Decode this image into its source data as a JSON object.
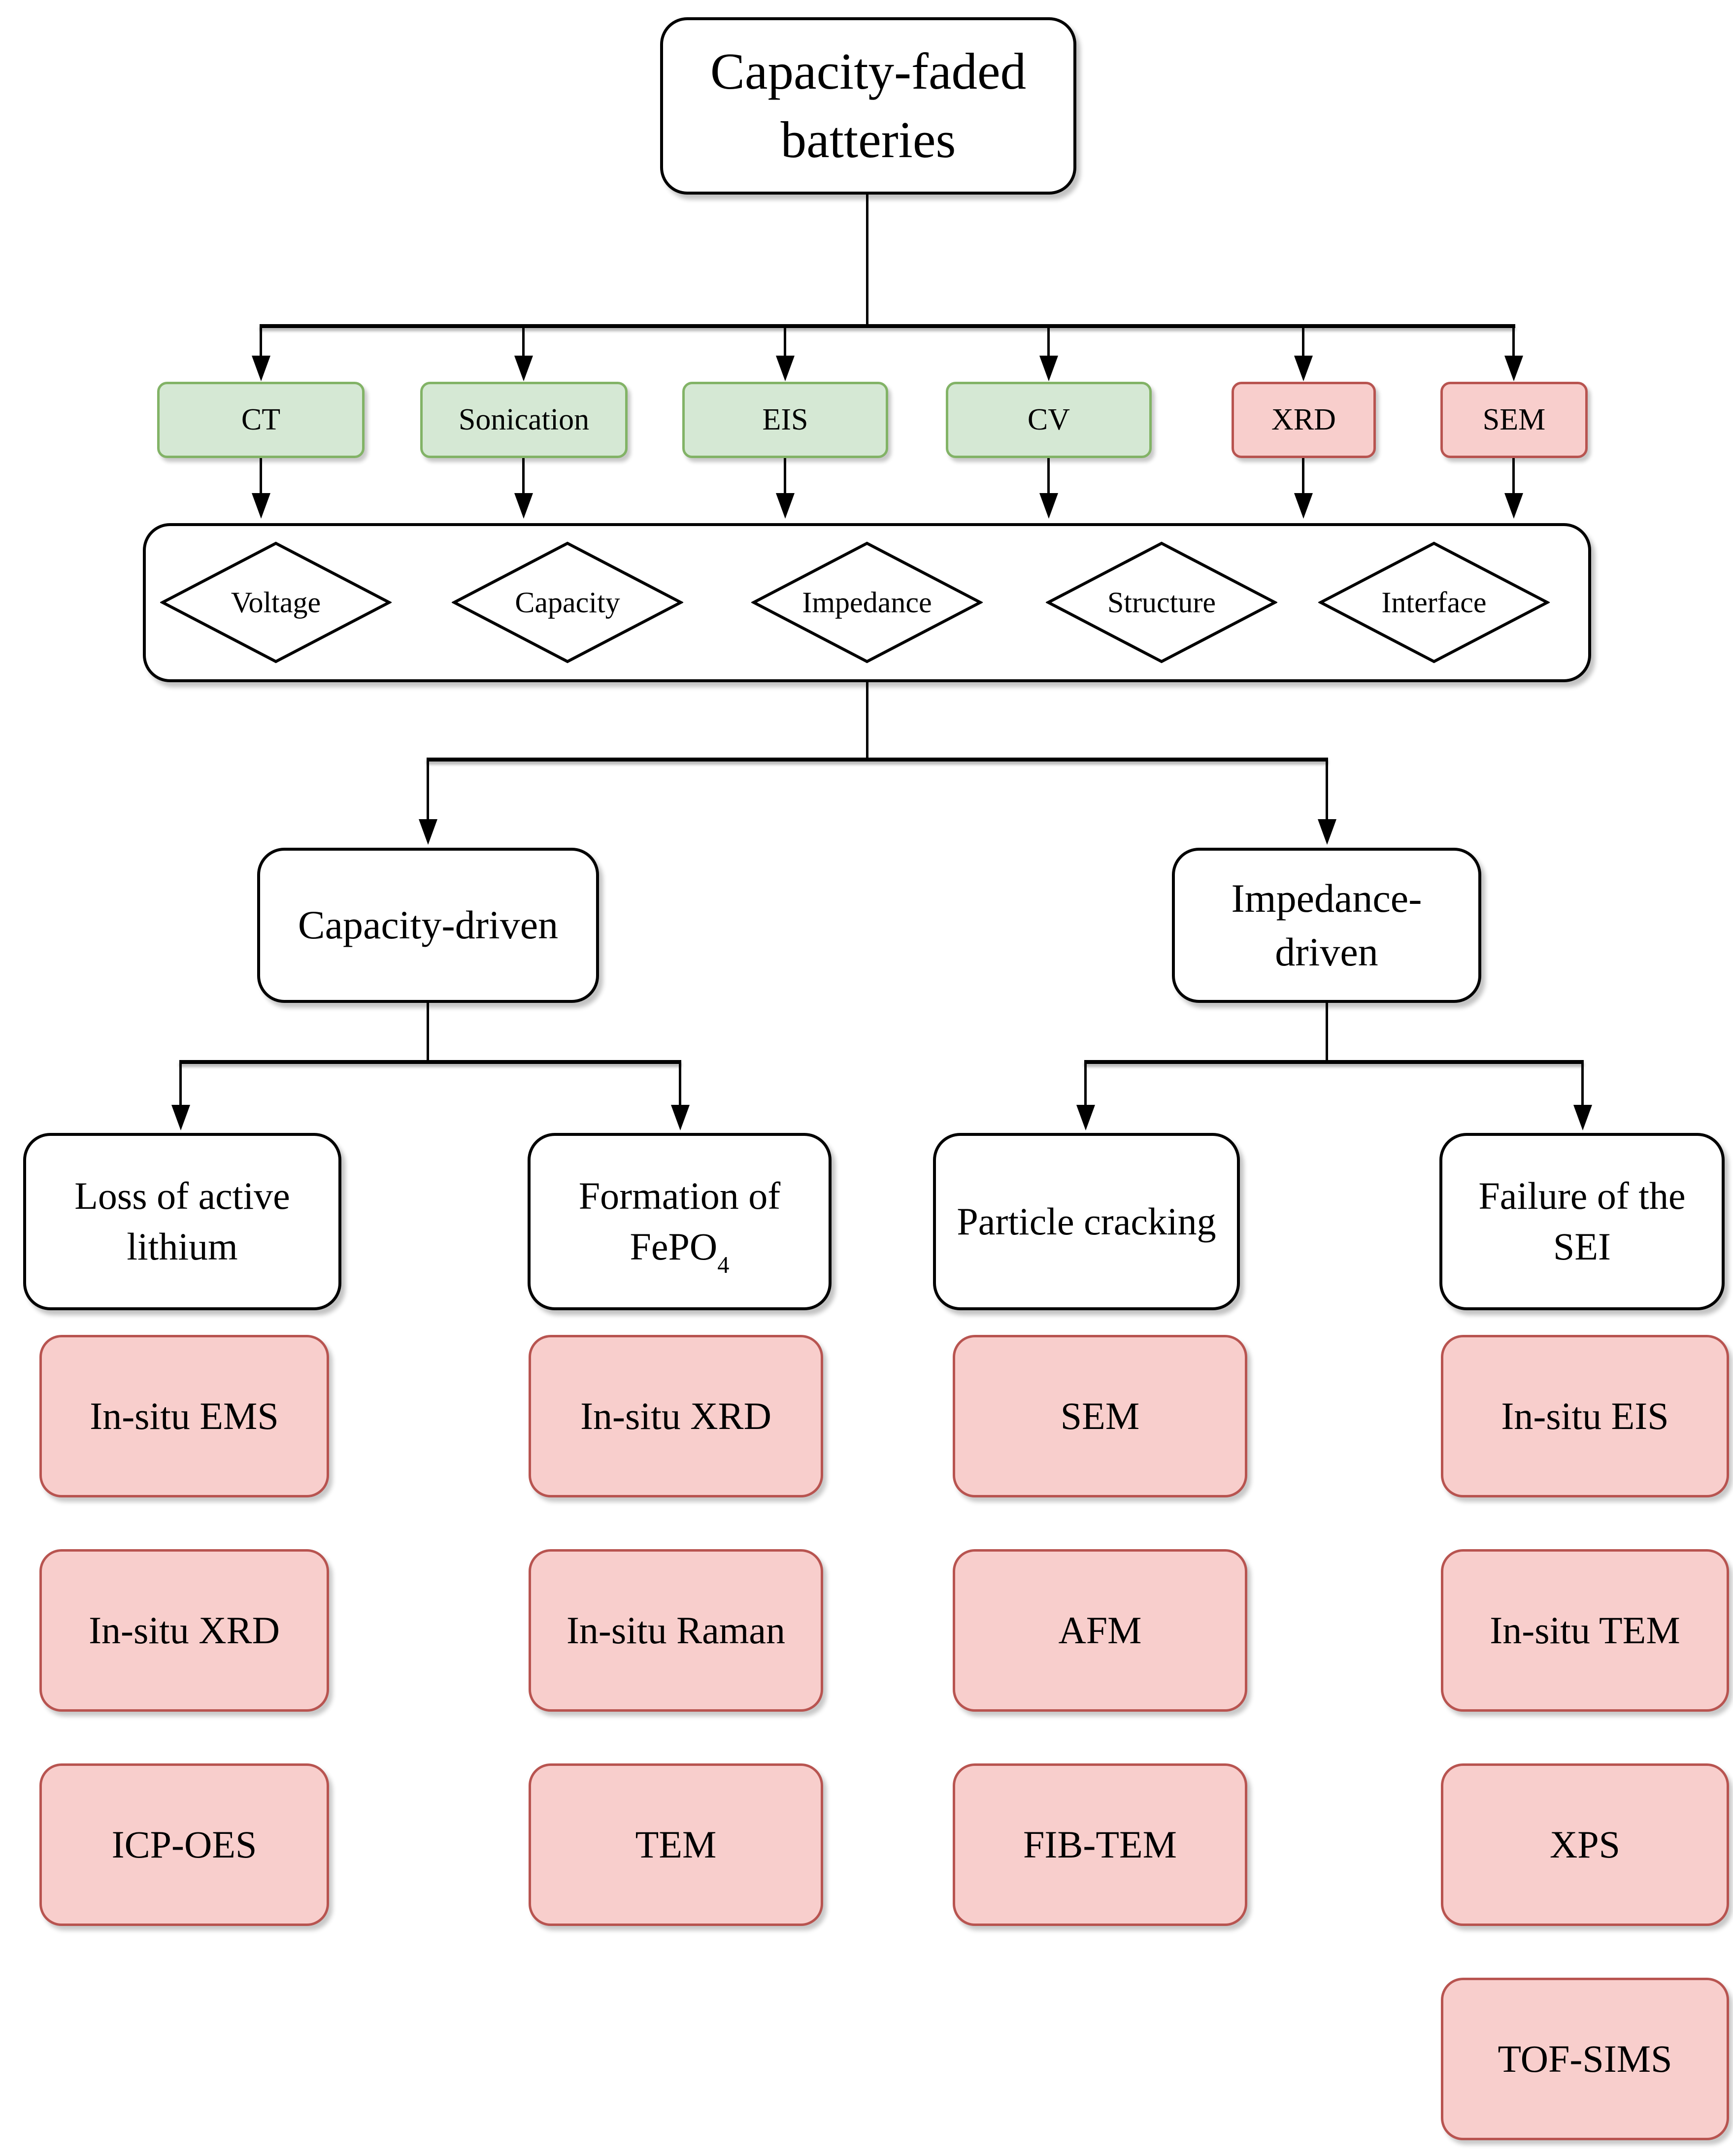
{
  "root": {
    "label": "Capacity-faded batteries"
  },
  "techniques": [
    {
      "label": "CT",
      "status": "green"
    },
    {
      "label": "Sonication",
      "status": "green"
    },
    {
      "label": "EIS",
      "status": "green"
    },
    {
      "label": "CV",
      "status": "green"
    },
    {
      "label": "XRD",
      "status": "red"
    },
    {
      "label": "SEM",
      "status": "red"
    }
  ],
  "observables": [
    "Voltage",
    "Capacity",
    "Impedance",
    "Structure",
    "Interface"
  ],
  "branches": [
    {
      "label": "Capacity-driven",
      "causes": [
        {
          "label": "Loss of active lithium",
          "methods": [
            "In-situ EMS",
            "In-situ XRD",
            "ICP-OES"
          ]
        },
        {
          "label": "Formation of FePO",
          "label_sub": "4",
          "methods": [
            "In-situ XRD",
            "In-situ Raman",
            "TEM"
          ]
        }
      ]
    },
    {
      "label": "Impedance-driven",
      "causes": [
        {
          "label": "Particle cracking",
          "methods": [
            "SEM",
            "AFM",
            "FIB-TEM"
          ]
        },
        {
          "label": "Failure of the SEI",
          "methods": [
            "In-situ EIS",
            "In-situ TEM",
            "XPS",
            "TOF-SIMS"
          ]
        }
      ]
    }
  ],
  "colors": {
    "green_fill": "#d5e8d4",
    "green_border": "#82b366",
    "red_fill": "#f8cecc",
    "red_border": "#b85450",
    "line": "#000000",
    "node_fill": "#ffffff",
    "node_border": "#000000"
  }
}
